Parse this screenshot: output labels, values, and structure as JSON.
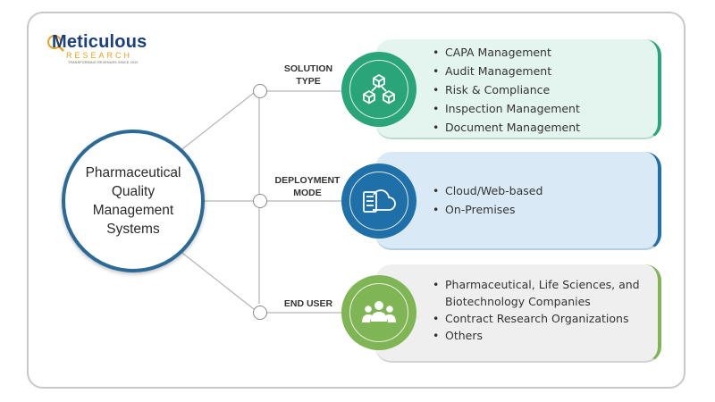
{
  "logo": {
    "name": "Meticulous",
    "sub": "RESEARCH",
    "tagline": "TRANSFORMING REVENUES SINCE 2010"
  },
  "center": {
    "title": "Pharmaceutical\nQuality\nManagement\nSystems"
  },
  "branches": [
    {
      "label": "SOLUTION\nTYPE",
      "icon": "blocks-network-icon",
      "color": "#2aa57a",
      "items": [
        "CAPA Management",
        "Audit Management",
        "Risk & Compliance",
        "Inspection Management",
        "Document Management"
      ]
    },
    {
      "label": "DEPLOYMENT\nMODE",
      "icon": "cloud-server-icon",
      "color": "#1f6fa8",
      "items": [
        "Cloud/Web-based",
        "On-Premises"
      ]
    },
    {
      "label": "END USER",
      "icon": "user-group-icon",
      "color": "#7fb554",
      "items": [
        "Pharmaceutical, Life Sciences, and Biotechnology Companies",
        "Contract Research Organizations",
        "Others"
      ]
    }
  ]
}
